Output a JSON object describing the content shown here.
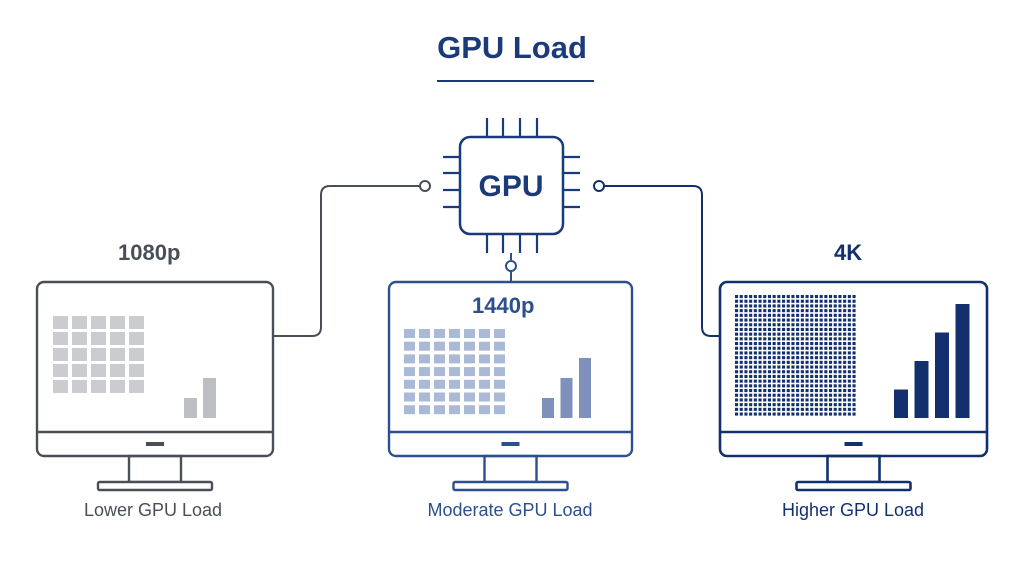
{
  "title": "GPU Load",
  "chip": {
    "label": "GPU"
  },
  "colors": {
    "title": "#1b3a7a",
    "low": "#4a4f57",
    "moderate": "#2d4f8e",
    "high": "#13306e",
    "low_fill": "#c4c6ca",
    "moderate_fill": "#a9b9d6",
    "high_fill": "#13306e"
  },
  "monitors": [
    {
      "resolution": "1080p",
      "caption": "Lower GPU Load",
      "load_level": "low",
      "load_bars": [
        1,
        2
      ]
    },
    {
      "resolution": "1440p",
      "caption": "Moderate GPU Load",
      "load_level": "moderate",
      "load_bars": [
        1,
        2,
        3
      ]
    },
    {
      "resolution": "4K",
      "caption": "Higher GPU Load",
      "load_level": "high",
      "load_bars": [
        1,
        2,
        3,
        4
      ]
    }
  ]
}
